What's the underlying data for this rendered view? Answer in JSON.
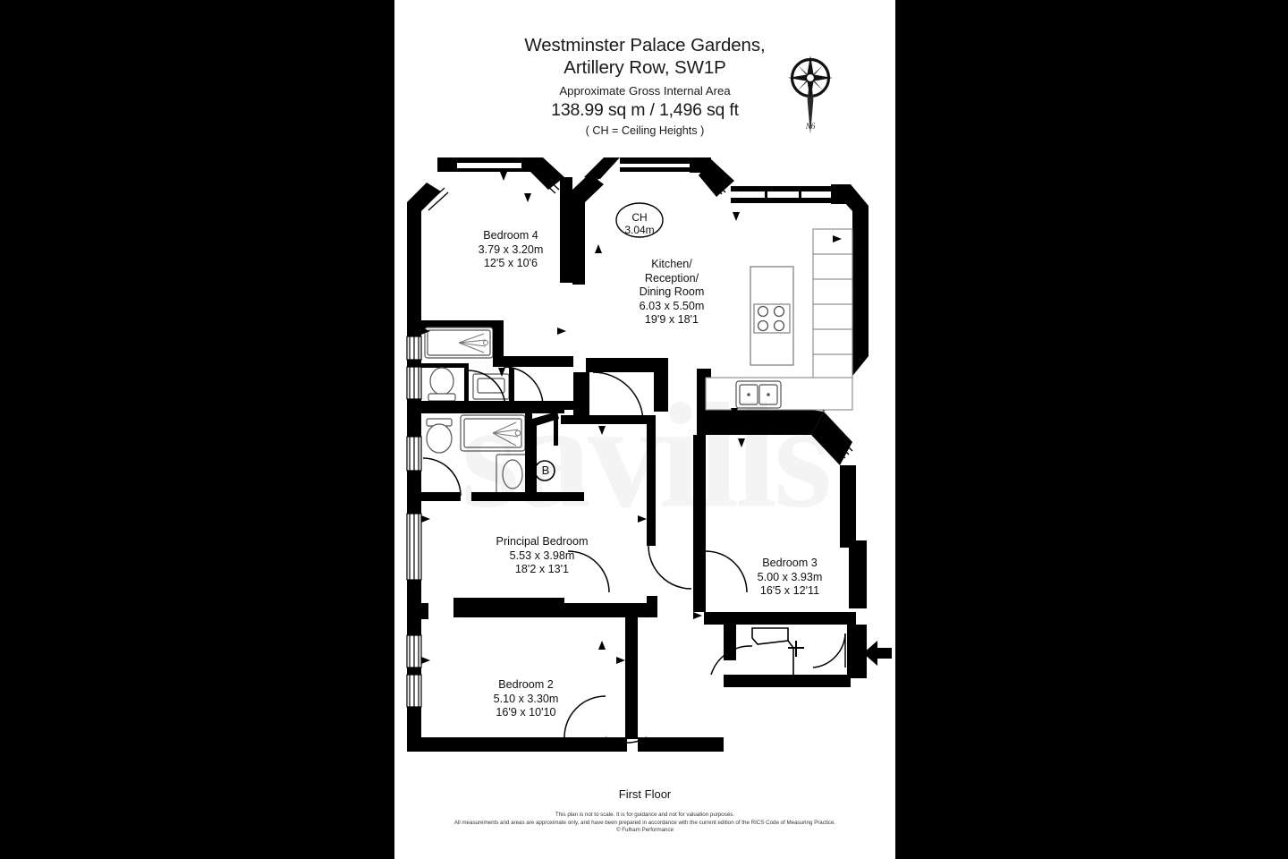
{
  "header": {
    "title_line1": "Westminster Palace Gardens,",
    "title_line2": "Artillery Row, SW1P",
    "subtitle": "Approximate Gross Internal Area",
    "area": "138.99 sq m  /  1,496 sq ft",
    "ch_note": "( CH = Ceiling Heights )"
  },
  "compass": {
    "icon": "compass-rose-icon",
    "label": "N6"
  },
  "watermark": {
    "text": "savills"
  },
  "rooms": [
    {
      "id": "bedroom-4",
      "name": "Bedroom 4",
      "metric": "3.79 x 3.20m",
      "imperial": "12'5 x 10'6"
    },
    {
      "id": "kitchen-reception-dining",
      "name_line1": "Kitchen/",
      "name_line2": "Reception/",
      "name_line3": "Dining Room",
      "metric": "6.03 x 5.50m",
      "imperial": "19'9 x 18'1"
    },
    {
      "id": "principal-bedroom",
      "name": "Principal Bedroom",
      "metric": "5.53 x 3.98m",
      "imperial": "18'2 x 13'1"
    },
    {
      "id": "bedroom-3",
      "name": "Bedroom 3",
      "metric": "5.00 x 3.93m",
      "imperial": "16'5 x 12'11"
    },
    {
      "id": "bedroom-2",
      "name": "Bedroom 2",
      "metric": "5.10 x 3.30m",
      "imperial": "16'9 x 10'10"
    }
  ],
  "annotations": {
    "ceiling_height_label": "CH",
    "ceiling_height_value": "3.04m",
    "boiler_marker": "B"
  },
  "footer": {
    "floor_name": "First Floor",
    "disclaimer_line1": "This plan is not to scale. It is for guidance and not for valuation purposes.",
    "disclaimer_line2": "All measurements and areas are approximate only, and have been prepared in accordance with the current edition of the RICS Code of Measuring Practice.",
    "disclaimer_line3": "© Fulham Performance"
  },
  "colors": {
    "page_background": "#ffffff",
    "letterbox": "#000000",
    "wall": "#000000",
    "text": "#111111",
    "watermark": "rgba(0,0,0,0.045)"
  }
}
